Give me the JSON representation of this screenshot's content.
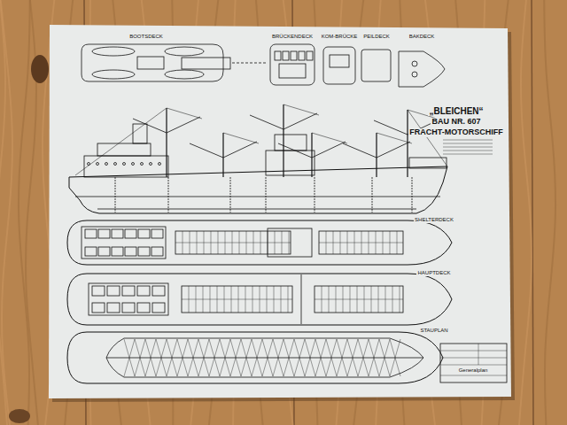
{
  "diagram": {
    "title": "„BLEICHEN“",
    "labels": [
      "BOOTSDECK",
      "BRÜCKENDECK",
      "KOM-BRÜCKE",
      "PEILDECK",
      "BAKDECK",
      "BAU NR. 607",
      "FRACHT-MOTORSCHIFF",
      "SHELTERDECK",
      "HAUPTDECK",
      "STAUPLAN",
      "Generalplan"
    ]
  }
}
